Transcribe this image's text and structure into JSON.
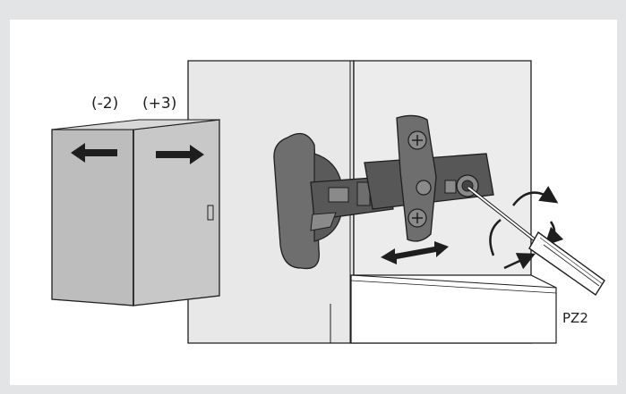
{
  "labels": {
    "adjust_minus": "(-2)",
    "adjust_plus": "(+3)",
    "screwdriver_bit": "PZ2"
  },
  "colors": {
    "background": "#e3e4e6",
    "panel": "#ffffff",
    "cabinet_face": "#e8e8e8",
    "door_front": "#bdbdbd",
    "door_side": "#a8a8a8",
    "hinge_dark": "#575757",
    "hinge_mid": "#6e6e6e",
    "hinge_light": "#8a8a8a",
    "outline": "#1e1e1e"
  },
  "icons": [
    "left-arrow-icon",
    "right-arrow-icon",
    "double-arrow-icon",
    "rotate-arrow-icon",
    "screwdriver-icon"
  ]
}
